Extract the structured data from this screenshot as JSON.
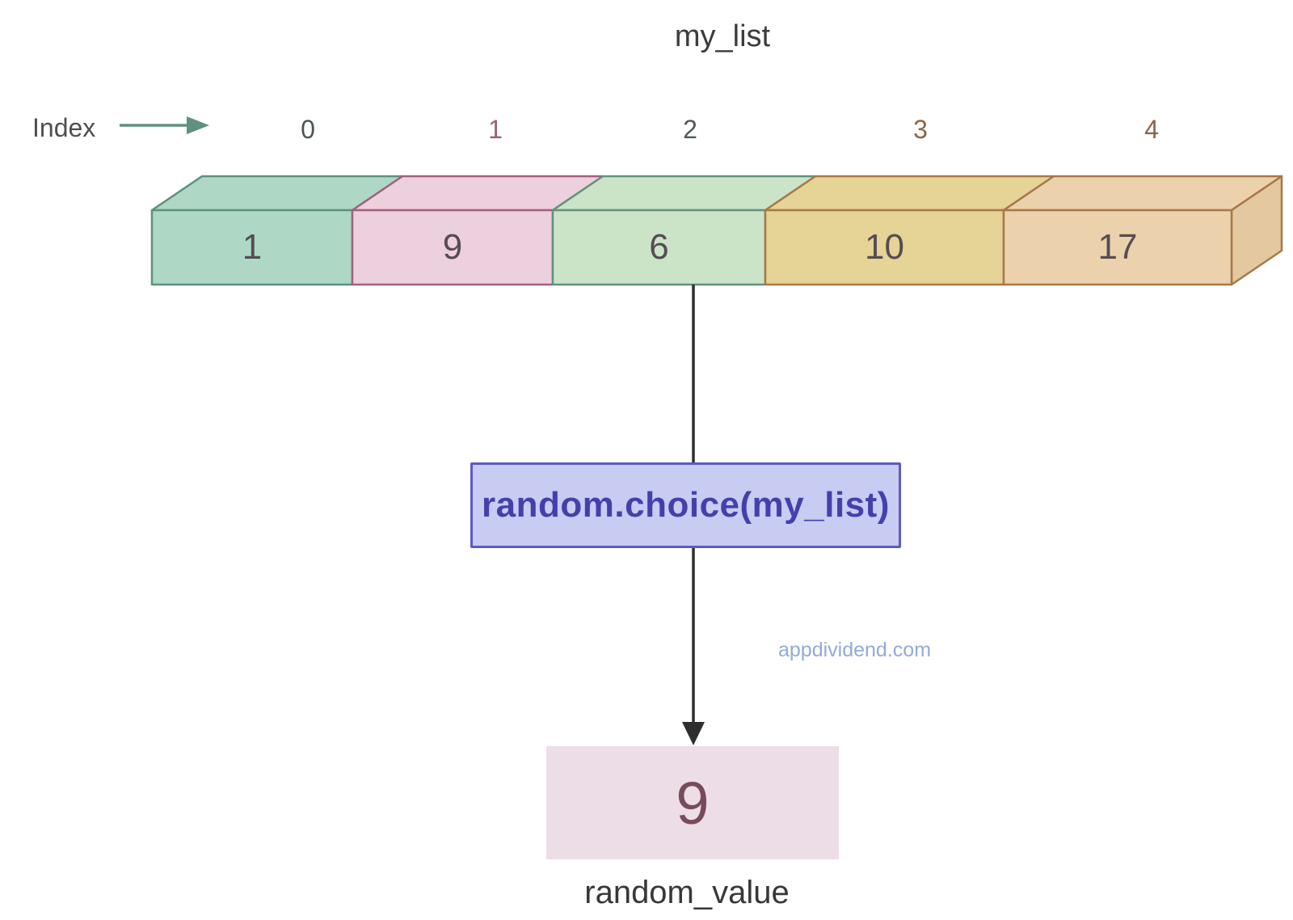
{
  "title": "my_list",
  "index_row": {
    "label": "Index",
    "arrow_color": "#5f9181",
    "indices": [
      {
        "label": "0",
        "color": "#47584d"
      },
      {
        "label": "1",
        "color": "#996077"
      },
      {
        "label": "2",
        "color": "#4f5b54"
      },
      {
        "label": "3",
        "color": "#8c6547"
      },
      {
        "label": "4",
        "color": "#8c6547"
      }
    ]
  },
  "array": {
    "cells": [
      {
        "index": "0",
        "value": "1",
        "fill": "#aed8c5",
        "stroke": "#5d9180"
      },
      {
        "index": "1",
        "value": "9",
        "fill": "#ecd0de",
        "stroke": "#a2617f"
      },
      {
        "index": "2",
        "value": "6",
        "fill": "#cbe4c8",
        "stroke": "#62927c"
      },
      {
        "index": "3",
        "value": "10",
        "fill": "#e6d396",
        "stroke": "#a87848"
      },
      {
        "index": "4",
        "value": "17",
        "fill": "#ebd2ac",
        "stroke": "#a87848"
      }
    ],
    "side_fill": "#e4c8a0",
    "value_color": "#564c54"
  },
  "flow": {
    "arrow_color": "#2e2e2e",
    "function_box": {
      "label": "random.choice(my_list)",
      "fill": "#c8cbf2",
      "border": "#5b5bc8",
      "text_color": "#4340ad"
    },
    "result_box": {
      "value": "9",
      "fill": "#eddde7",
      "text_color": "#774b5b"
    },
    "result_label": "random_value"
  },
  "watermark": {
    "text": "appdividend.com",
    "color": "#92abd8"
  }
}
